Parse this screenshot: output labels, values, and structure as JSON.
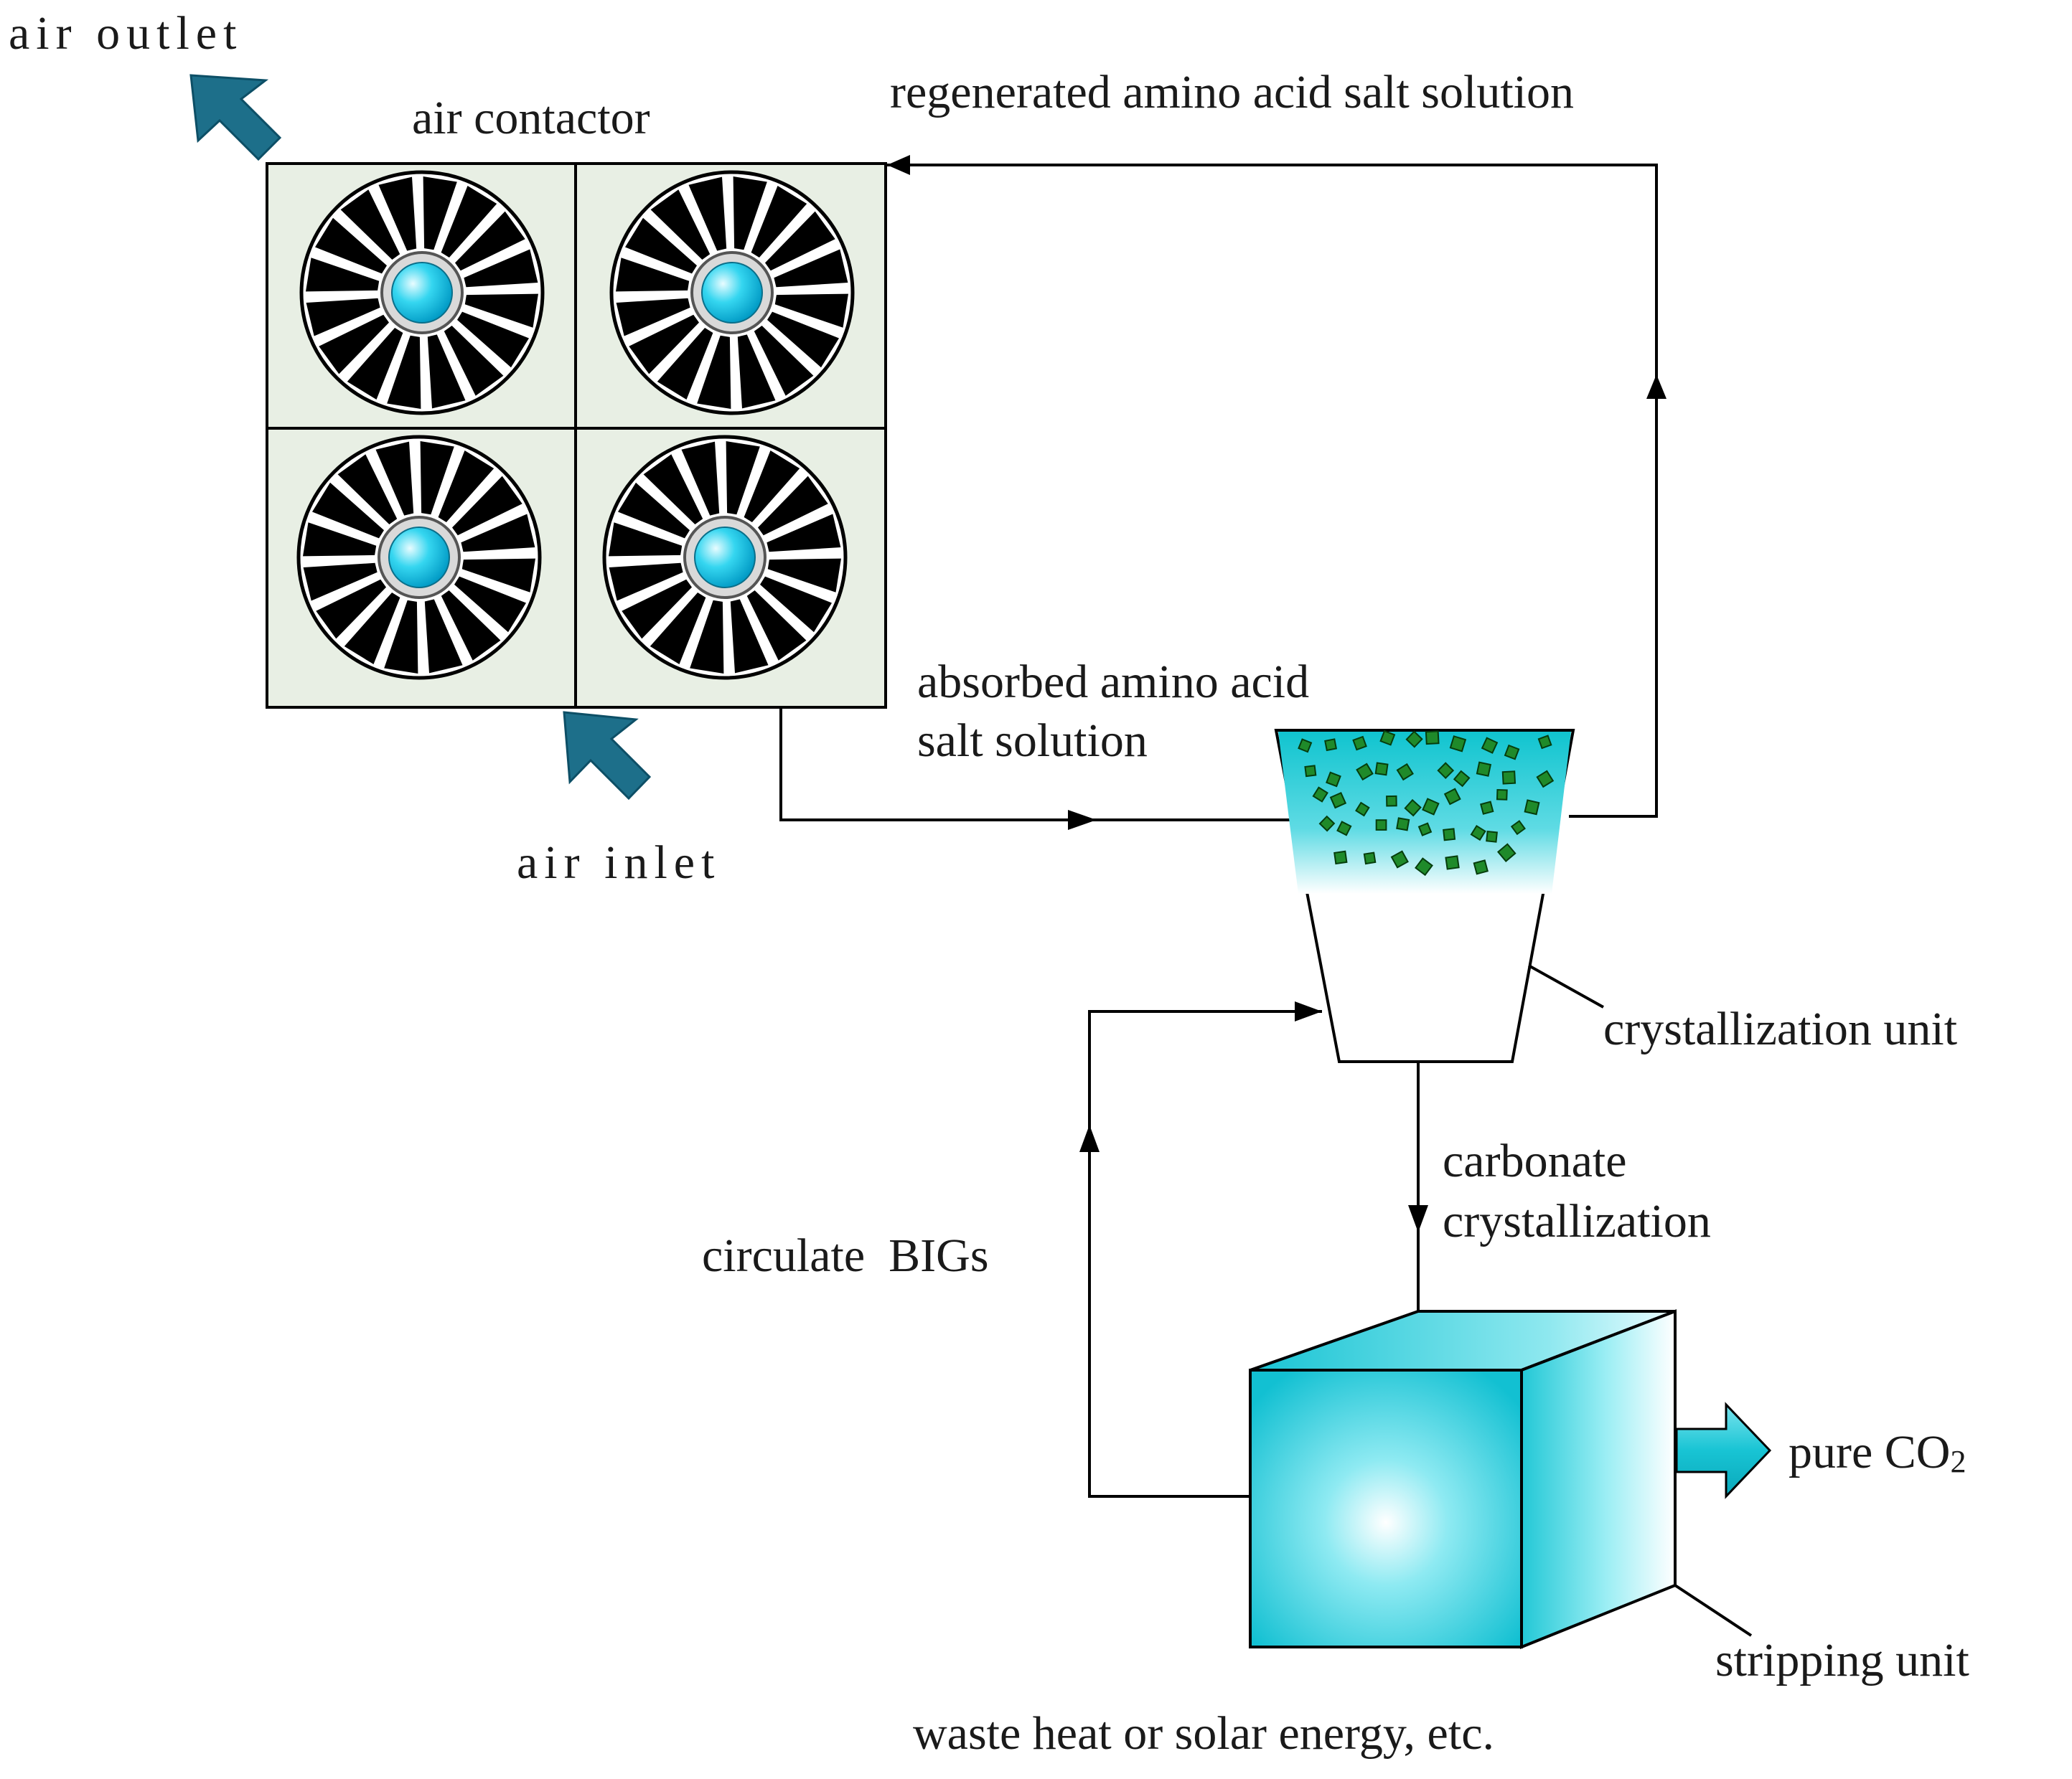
{
  "labels": {
    "air_outlet": "air outlet",
    "air_contactor": "air contactor",
    "regenerated": "regenerated amino acid salt solution",
    "absorbed_line1": "absorbed amino acid",
    "absorbed_line2": "salt solution",
    "air_inlet": "air inlet",
    "crystallization_unit": "crystallization unit",
    "carbonate_line1": "carbonate",
    "carbonate_line2": "crystallization",
    "circulate": "circulate  BIGs",
    "pure_co2_main": "pure CO",
    "pure_co2_sub": "2",
    "stripping_unit": "stripping unit",
    "waste_heat": "waste heat or solar energy, etc."
  },
  "colors": {
    "panel_fill": "#e8efe4",
    "fan_hub": "#00c8e8",
    "air_arrow": "#1d6f8a",
    "cyan": "#19c6d6",
    "crystal": "#1f8a2a"
  },
  "icons": {
    "fan": "fan-icon",
    "air_arrow": "air-flow-arrow-icon",
    "product_arrow": "output-arrow-icon",
    "crystal": "crystal-particle-icon"
  }
}
